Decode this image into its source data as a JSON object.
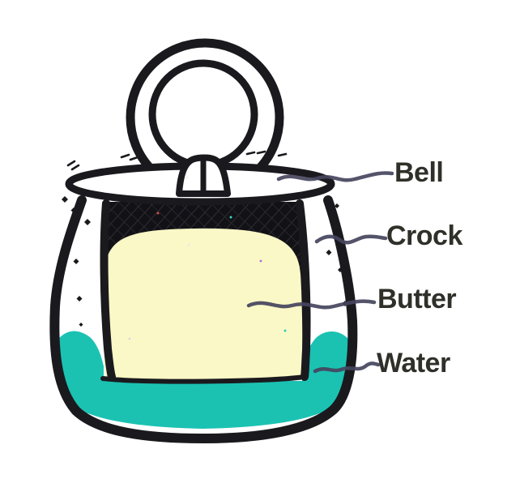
{
  "diagram": {
    "labels": [
      {
        "id": "bell",
        "text": "Bell"
      },
      {
        "id": "crock",
        "text": "Crock"
      },
      {
        "id": "butter",
        "text": "Butter"
      },
      {
        "id": "water",
        "text": "Water"
      }
    ]
  },
  "colors": {
    "background": "#ffffff",
    "ink": "#1a1a1e",
    "butter": "#faf8c6",
    "water": "#1bc2b2",
    "leader_line": "#45455e",
    "label_text": "#30302a"
  }
}
